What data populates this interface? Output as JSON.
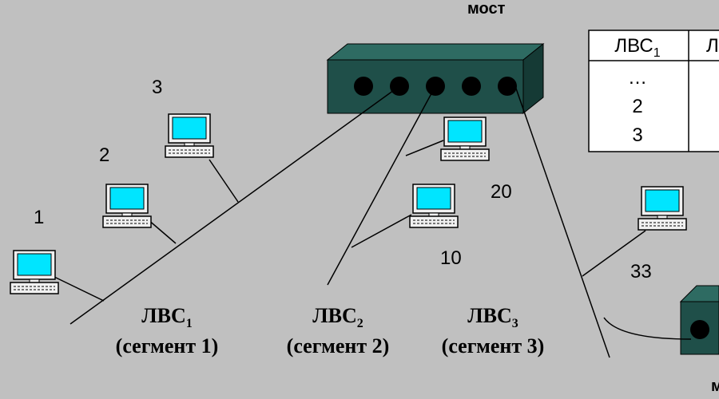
{
  "bridge_label": "мост",
  "bridge2_label": "м",
  "segments": [
    {
      "main": "ЛВС",
      "sub": "1",
      "note": "(сегмент 1)"
    },
    {
      "main": "ЛВС",
      "sub": "2",
      "note": "(сегмент 2)"
    },
    {
      "main": "ЛВС",
      "sub": "3",
      "note": "(сегмент 3)"
    }
  ],
  "computers": [
    {
      "id": "1"
    },
    {
      "id": "2"
    },
    {
      "id": "3"
    },
    {
      "id": "20"
    },
    {
      "id": "10"
    },
    {
      "id": "33"
    }
  ],
  "table": {
    "col1_header_main": "ЛВС",
    "col1_header_sub": "1",
    "col2_header_main": "Л",
    "rows": [
      "…",
      "2",
      "3"
    ]
  },
  "colors": {
    "background": "#c0c0c0",
    "bridge_top": "#2e6b62",
    "bridge_front": "#1f4f49",
    "bridge_side": "#153a35",
    "port": "#000000",
    "monitor_screen": "#00e5ff",
    "monitor_body": "#e8e8e8",
    "table_bg": "#ffffff"
  }
}
